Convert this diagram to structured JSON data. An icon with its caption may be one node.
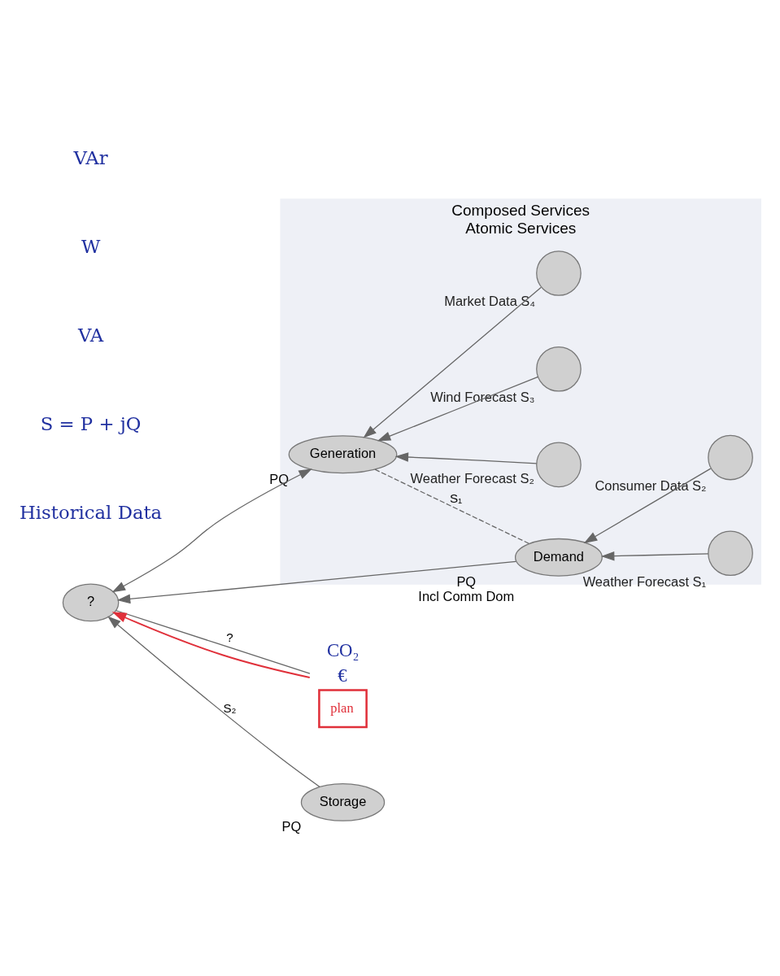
{
  "diagram": {
    "nodes": [
      {
        "text": [
          "Composed Services",
          "Atomic Services"
        ]
      },
      {
        "text": [
          "Demand"
        ],
        "in": 0,
        "beside": [
          "PQ",
          "Incl Comm Dom"
        ]
      },
      {
        "text": [],
        "shape": "circle",
        "in": 0,
        "beside": [
          "Weather Forecast S₁"
        ]
      },
      {
        "text": [],
        "shape": "circle",
        "in": 0,
        "beside": [
          "Consumer Data S₂"
        ]
      },
      {
        "text": [
          "Generation"
        ],
        "in": 0,
        "beside": [
          "PQ"
        ]
      },
      {
        "text": [],
        "shape": "circle",
        "in": 0,
        "beside": [
          "Weather Forecast S₂"
        ]
      },
      {
        "text": [],
        "shape": "circle",
        "in": 0,
        "beside": [
          "Wind Forecast S₃"
        ]
      },
      {
        "text": [],
        "shape": "circle",
        "in": 0,
        "beside": [
          "Market Data S₄"
        ]
      },
      {
        "text": [
          "?"
        ]
      },
      {
        "text": [
          "plan"
        ],
        "beside": [
          "CO₂",
          "€"
        ]
      },
      {
        "text": [
          "Storage"
        ],
        "beside": [
          "PQ"
        ]
      }
    ],
    "edges": [
      {
        "from": 2,
        "to": 1,
        "arrow": "to"
      },
      {
        "from": 3,
        "to": 1,
        "arrow": "to"
      },
      {
        "from": 5,
        "to": 4,
        "arrow": "to"
      },
      {
        "from": 6,
        "to": 4,
        "arrow": "to"
      },
      {
        "from": 7,
        "to": 4,
        "arrow": "to"
      },
      {
        "from": 1,
        "to": 8,
        "arrow": "to"
      },
      {
        "from": 4,
        "to": 8,
        "arrow": "both"
      },
      {
        "from": 1,
        "to": 4,
        "arrow": "none",
        "style": "dashed",
        "label": "S₁"
      },
      {
        "from": 10,
        "to": 8,
        "arrow": "to",
        "label": "S₂"
      },
      {
        "from": 9,
        "to": 8,
        "arrow": "none",
        "label": "?"
      },
      {
        "from": 9,
        "to": 8,
        "arrow": "to",
        "color": "#e0303a"
      }
    ],
    "labels": [
      "Historical Data",
      "S = P + jQ",
      "VA",
      "W",
      "VAr"
    ]
  }
}
